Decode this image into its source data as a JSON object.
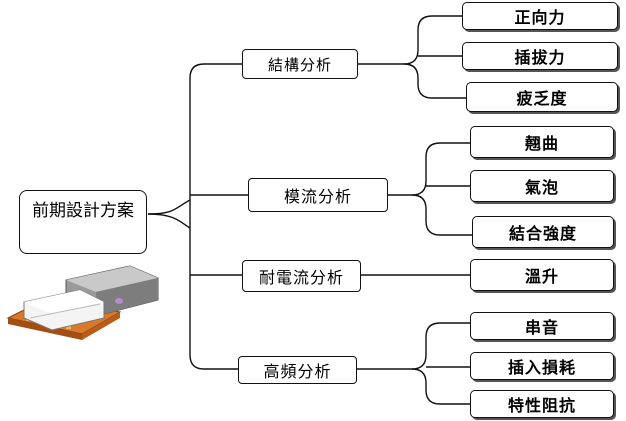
{
  "root": {
    "label": "前期設計方案"
  },
  "branches": [
    {
      "label": "結構分析",
      "items": [
        "正向力",
        "插拔力",
        "疲乏度"
      ]
    },
    {
      "label": "模流分析",
      "items": [
        "翹曲",
        "氣泡",
        "結合強度"
      ]
    },
    {
      "label": "耐電流分析",
      "items": [
        "溫升"
      ]
    },
    {
      "label": "高頻分析",
      "items": [
        "串音",
        "插入損耗",
        "特性阻抗"
      ]
    }
  ]
}
